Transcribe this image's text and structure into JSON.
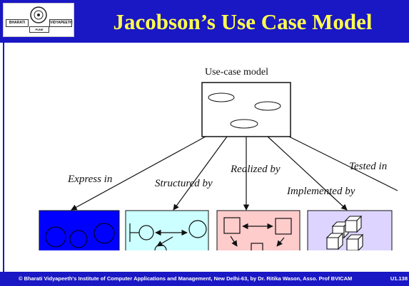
{
  "header": {
    "title": "Jacobson’s Use Case Model",
    "logo": {
      "left_text": "BHARATI",
      "right_text": "VIDYAPEETH",
      "bottom_text": "PUNE"
    }
  },
  "diagram": {
    "center_label": "Use-case model",
    "edges": [
      {
        "label": "Express in"
      },
      {
        "label": "Structured by"
      },
      {
        "label": "Realized by"
      },
      {
        "label": "Implemented by"
      },
      {
        "label": "Tested in"
      }
    ],
    "box_colors": [
      "#0000ff",
      "#ccffff",
      "#ffcccc",
      "#ddd5ff"
    ]
  },
  "footer": {
    "text": "© Bharati Vidyapeeth's Institute of Computer Applications and Management, New Delhi-63, by Dr. Ritika Wason, Asso. Prof BVICAM",
    "slide_number": "U1.138"
  }
}
